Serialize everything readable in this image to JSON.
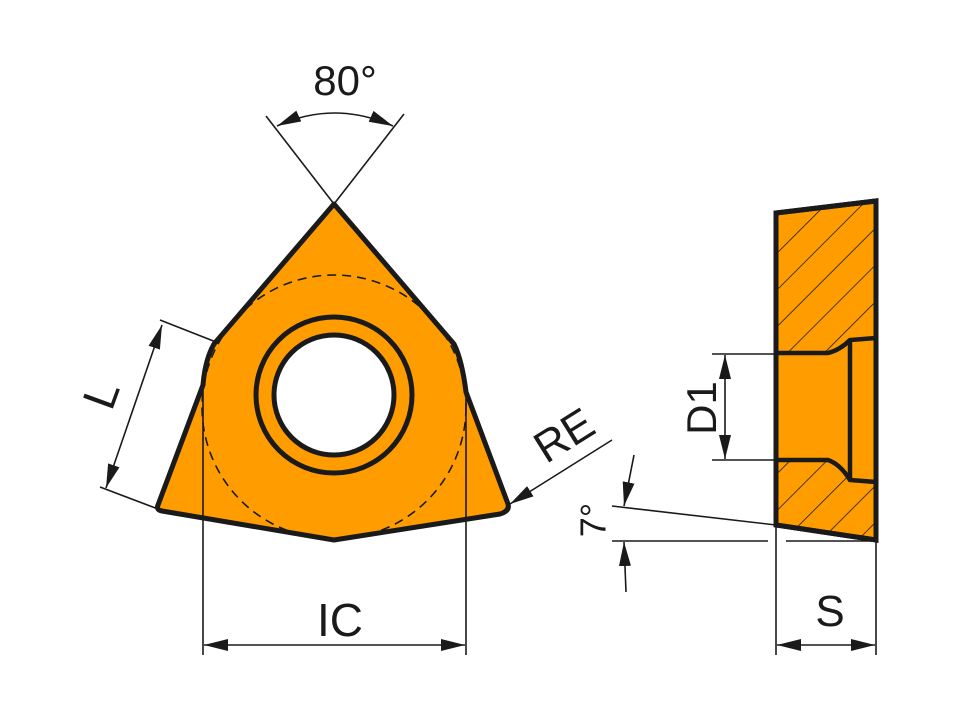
{
  "diagram": {
    "type": "technical-drawing",
    "subject": "WCMX/WNMX-style trigon cutting insert",
    "colors": {
      "insert_fill": "#FF9D00",
      "outline": "#1a1a1a",
      "hole": "#ffffff",
      "background": "#ffffff"
    },
    "top_view": {
      "angle_label": "80°",
      "edge_length_label": "L",
      "corner_radius_label": "RE",
      "inscribed_circle_label": "IC"
    },
    "side_view": {
      "hole_diameter_label": "D1",
      "clearance_angle_label": "7°",
      "thickness_label": "S"
    }
  }
}
